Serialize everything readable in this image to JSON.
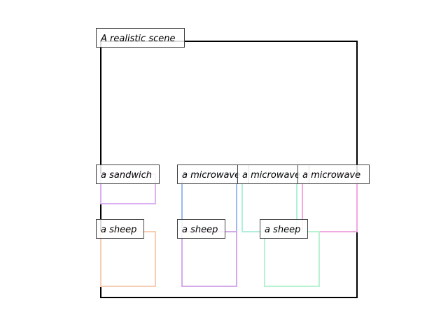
{
  "scene": {
    "caption": "A realistic scene",
    "frame_color": "#000000"
  },
  "objects": [
    {
      "label": "a sandwich",
      "color": "#dab0f0"
    },
    {
      "label": "a microwave",
      "color": "#9db8f5"
    },
    {
      "label": "a microwave",
      "color": "#b0eedd"
    },
    {
      "label": "a microwave",
      "color": "#f2a9dd"
    },
    {
      "label": "a sheep",
      "color": "#f8cdb6"
    },
    {
      "label": "a sheep",
      "color": "#d4aaea"
    },
    {
      "label": "a sheep",
      "color": "#b8f2d0"
    }
  ]
}
